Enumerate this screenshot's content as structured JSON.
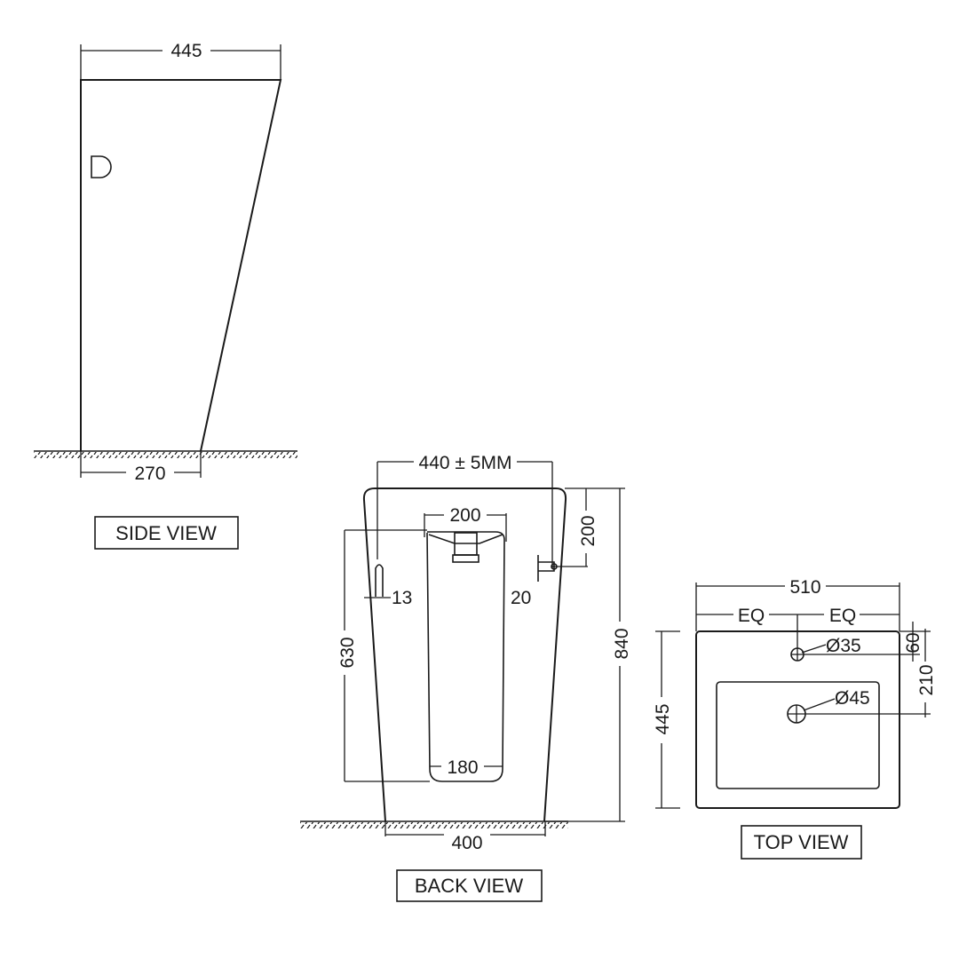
{
  "side_view": {
    "label": "SIDE VIEW",
    "top_width": "445",
    "base_width": "270"
  },
  "back_view": {
    "label": "BACK VIEW",
    "inlet_spacing": "440 ± 5MM",
    "basin_top_width": "200",
    "basin_bottom_width": "180",
    "height_to_opening": "630",
    "total_height": "840",
    "inlet_drop": "200",
    "left_pipe": "13",
    "right_pipe": "20",
    "base_width": "400"
  },
  "top_view": {
    "label": "TOP VIEW",
    "width": "510",
    "eq_left": "EQ",
    "eq_right": "EQ",
    "depth": "445",
    "tap_hole": "Ø35",
    "waste_hole": "Ø45",
    "tap_offset": "60",
    "waste_offset": "210"
  }
}
